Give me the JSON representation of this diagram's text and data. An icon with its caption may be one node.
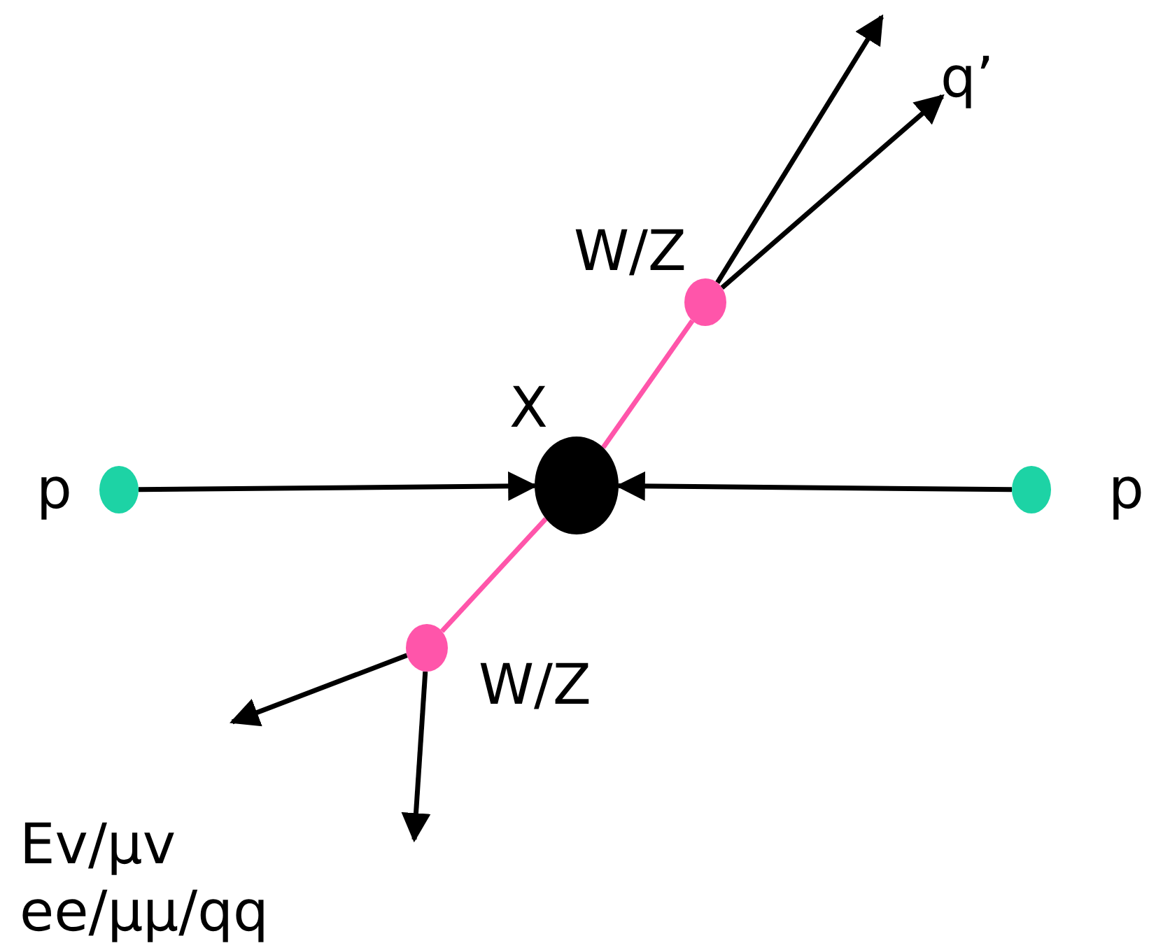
{
  "diagram": {
    "nodes": [
      {
        "text": [
          "p"
        ]
      },
      {
        "text": [
          "X"
        ]
      },
      {
        "text": [
          "p"
        ]
      },
      {
        "text": [
          "W/Z"
        ]
      },
      {
        "text": [
          "W/Z"
        ]
      },
      {
        "text": [
          "q’"
        ]
      }
    ],
    "edges": [
      {
        "from": 0,
        "to": 1,
        "arrow": "to"
      },
      {
        "from": 2,
        "to": 1,
        "arrow": "to"
      },
      {
        "from": 1,
        "to": 3,
        "arrow": "none",
        "color": "#ff55aa"
      },
      {
        "from": 1,
        "to": 4,
        "arrow": "none",
        "color": "#ff55aa"
      },
      {
        "from": 3,
        "to": null,
        "arrow": "to"
      },
      {
        "from": 3,
        "to": 5,
        "arrow": "to"
      },
      {
        "from": 4,
        "to": null,
        "arrow": "to"
      },
      {
        "from": 4,
        "to": null,
        "arrow": "to"
      }
    ],
    "labels": [
      "Ev/μv",
      "ee/μμ/qq"
    ]
  }
}
